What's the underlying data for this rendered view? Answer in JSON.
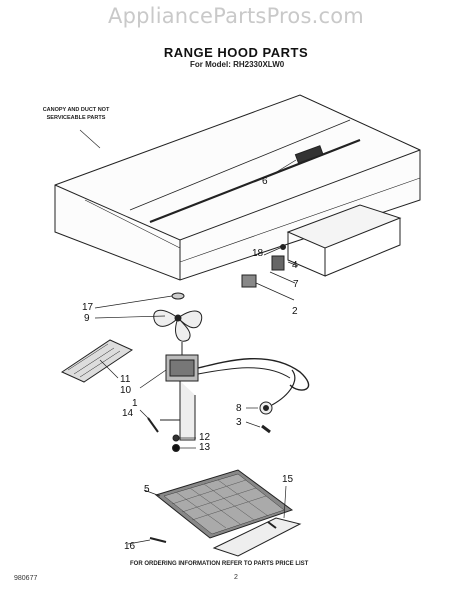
{
  "watermark": "AppliancePartsPros.com",
  "title": "RANGE HOOD PARTS",
  "subtitle": "For Model: RH2330XLW0",
  "note": "CANOPY AND DUCT NOT SERVICEABLE PARTS",
  "callouts": {
    "c6": "6",
    "c18": "18",
    "c4": "4",
    "c7a": "7",
    "c2": "2",
    "c17": "17",
    "c9": "9",
    "c11": "11",
    "c10": "10",
    "c1": "1",
    "c14": "14",
    "c8": "8",
    "c3": "3",
    "c12": "12",
    "c13": "13",
    "c5": "5",
    "c15": "15",
    "c16": "16"
  },
  "footer": {
    "ordering_note": "FOR ORDERING INFORMATION REFER TO PARTS PRICE LIST",
    "page_number": "2",
    "code": "980677"
  }
}
